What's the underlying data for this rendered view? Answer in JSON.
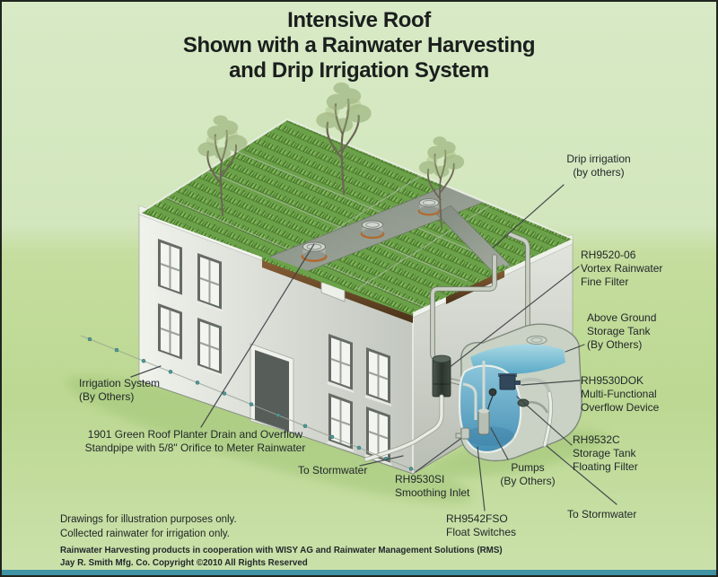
{
  "title": {
    "lines": [
      "Intensive Roof",
      "Shown with a Rainwater Harvesting",
      "and Drip Irrigation System"
    ]
  },
  "labels": {
    "drip_irrigation": {
      "lines": [
        "Drip irrigation",
        "(by others)"
      ]
    },
    "vortex_filter": {
      "lines": [
        "RH9520-06",
        "Vortex Rainwater",
        "Fine Filter"
      ]
    },
    "storage_tank": {
      "lines": [
        "Above Ground",
        "Storage Tank",
        "(By Others)"
      ]
    },
    "overflow_device": {
      "lines": [
        "RH9530DOK",
        "Multi-Functional",
        "Overflow Device"
      ]
    },
    "floating_filter": {
      "lines": [
        "RH9532C",
        "Storage Tank",
        "Floating Filter"
      ]
    },
    "to_stormwater_right": {
      "lines": [
        "To Stormwater"
      ]
    },
    "pumps": {
      "lines": [
        "Pumps",
        "(By Others)"
      ]
    },
    "float_switches": {
      "lines": [
        "RH9542FSO",
        "Float Switches"
      ]
    },
    "smoothing_inlet": {
      "lines": [
        "RH9530SI",
        "Smoothing Inlet"
      ]
    },
    "to_stormwater_left": {
      "lines": [
        "To Stormwater"
      ]
    },
    "roof_drain": {
      "lines": [
        "1901 Green Roof Planter Drain and Overflow",
        "Standpipe with 5/8\" Orifice to Meter Rainwater"
      ]
    },
    "irrigation_system": {
      "lines": [
        "Irrigation System",
        "(By Others)"
      ]
    }
  },
  "footnotes": {
    "lines": [
      "Drawings for illustration purposes only.",
      "Collected rainwater for irrigation only."
    ]
  },
  "credits": {
    "lines": [
      "Rainwater Harvesting products in cooperation with WISY AG and Rainwater Management Solutions (RMS)",
      "Jay R. Smith Mfg. Co. Copyright ©2010 All Rights Reserved"
    ]
  },
  "colors": {
    "background_green": "#d4e7c1",
    "ground_green": "#bcd892",
    "roof_green": "#5d8f3c",
    "water_blue": "#5fb0cc",
    "accent_teal": "#3f93a3",
    "title_text": "#1b1e1d",
    "label_text": "#22282b"
  }
}
